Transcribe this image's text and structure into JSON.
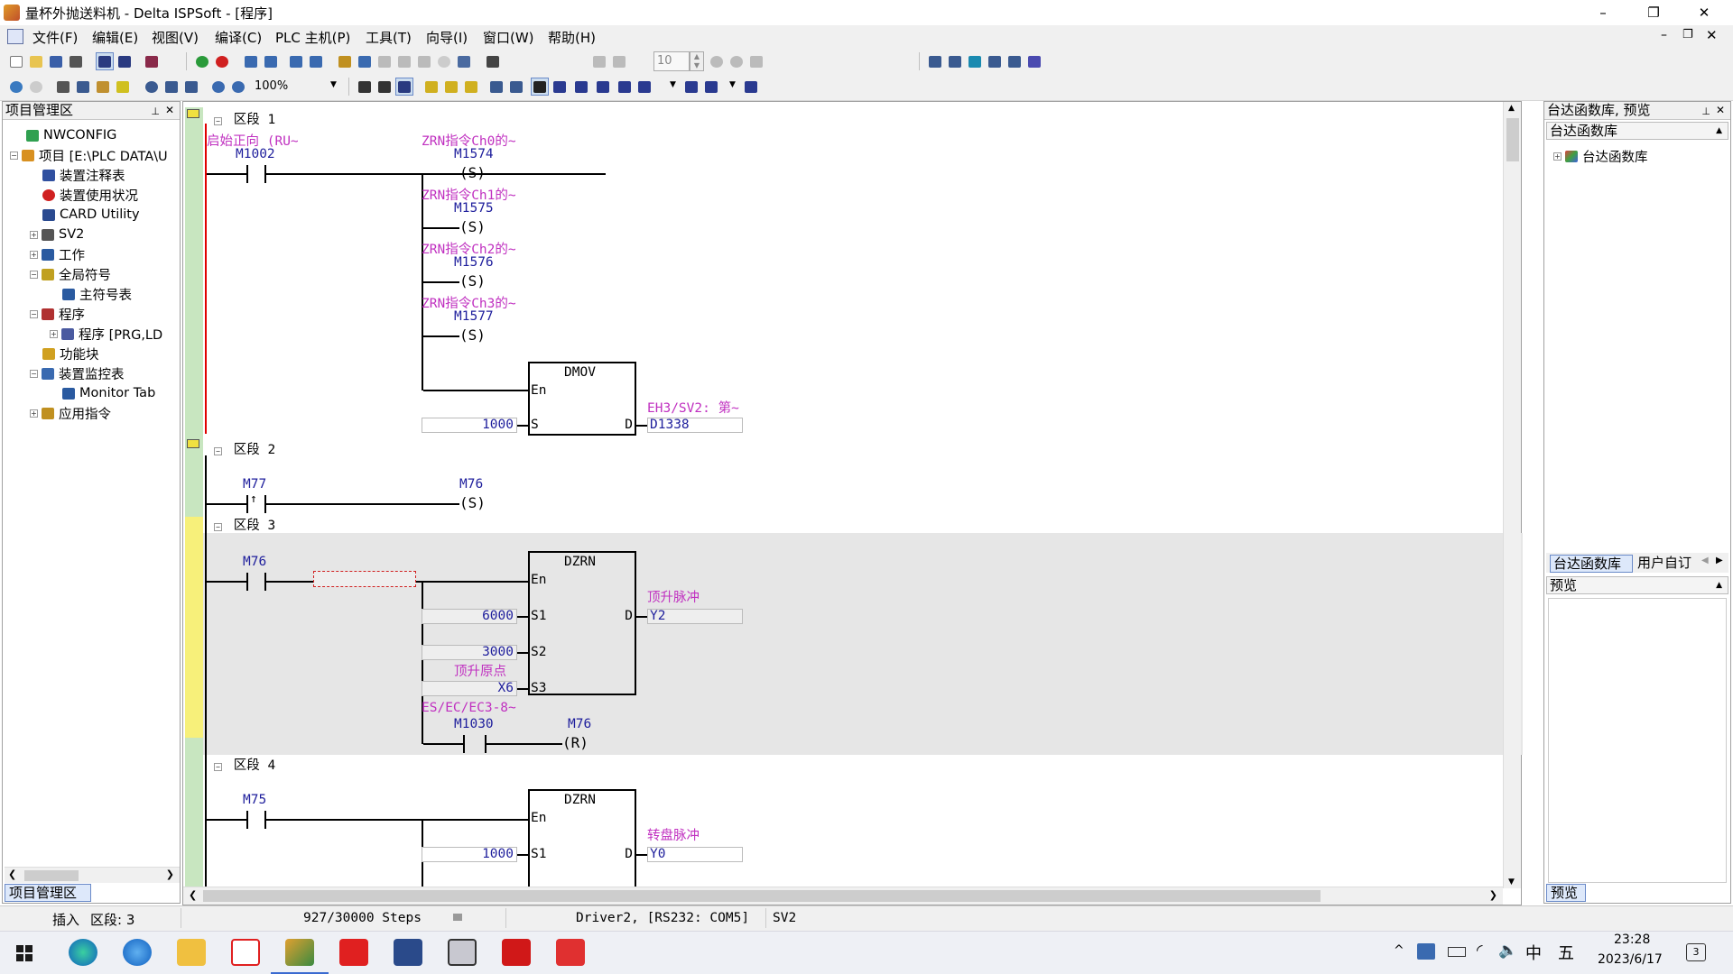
{
  "window": {
    "title": "量杯外抛送料机 - Delta ISPSoft - [程序]",
    "minimize": "–",
    "restore": "❐",
    "close": "✕"
  },
  "menu": [
    "文件(F)",
    "编辑(E)",
    "视图(V)",
    "编译(C)",
    "PLC 主机(P)",
    "工具(T)",
    "向导(I)",
    "窗口(W)",
    "帮助(H)"
  ],
  "toolbar": {
    "step_value": "10",
    "zoom": "100%"
  },
  "project_pane": {
    "title": "项目管理区",
    "bottom_tab": "项目管理区",
    "tree": [
      {
        "label": "NWCONFIG"
      },
      {
        "label": "项目 [E:\\PLC DATA\\U"
      },
      {
        "label": "装置注释表"
      },
      {
        "label": "装置使用状况"
      },
      {
        "label": "CARD Utility"
      },
      {
        "label": "SV2"
      },
      {
        "label": "工作"
      },
      {
        "label": "全局符号"
      },
      {
        "label": "主符号表"
      },
      {
        "label": "程序"
      },
      {
        "label": "程序 [PRG,LD"
      },
      {
        "label": "功能块"
      },
      {
        "label": "装置监控表"
      },
      {
        "label": "Monitor Tab"
      },
      {
        "label": "应用指令"
      }
    ]
  },
  "ladder": {
    "segments": [
      "区段 1",
      "区段 2",
      "区段 3",
      "区段 4"
    ],
    "seg1": {
      "comment_start": "启始正向 (RU~",
      "contact": "M1002",
      "coils": [
        {
          "comment": "ZRN指令Ch0的~",
          "device": "M1574",
          "type": "(S)"
        },
        {
          "comment": "ZRN指令Ch1的~",
          "device": "M1575",
          "type": "(S)"
        },
        {
          "comment": "ZRN指令Ch2的~",
          "device": "M1576",
          "type": "(S)"
        },
        {
          "comment": "ZRN指令Ch3的~",
          "device": "M1577",
          "type": "(S)"
        }
      ],
      "block": {
        "name": "DMOV",
        "en": "En",
        "s_label": "S",
        "d_label": "D",
        "s_value": "1000",
        "d_comment": "EH3/SV2: 第~",
        "d_value": "D1338"
      }
    },
    "seg2": {
      "contact": "M77",
      "coil": "M76",
      "coil_type": "(S)"
    },
    "seg3": {
      "contact": "M76",
      "block": {
        "name": "DZRN",
        "en": "En",
        "s1": "S1",
        "s2": "S2",
        "s3": "S3",
        "d": "D",
        "s1_value": "6000",
        "s2_value": "3000",
        "s3_comment": "顶升原点",
        "s3_value": "X6",
        "d_comment": "顶升脉冲",
        "d_value": "Y2"
      },
      "reset_comment": "ES/EC/EC3-8~",
      "reset_contact": "M1030",
      "reset_coil": "M76",
      "reset_type": "(R)"
    },
    "seg4": {
      "contact": "M75",
      "block": {
        "name": "DZRN",
        "en": "En",
        "s1": "S1",
        "d": "D",
        "s1_value": "1000",
        "d_comment": "转盘脉冲",
        "d_value": "Y0"
      }
    }
  },
  "library_pane": {
    "title": "台达函数库, 预览",
    "section": "台达函数库",
    "tree_item": "台达函数库",
    "tabs": [
      "台达函数库",
      "用户自订"
    ],
    "preview_header": "预览",
    "preview_tab": "预览"
  },
  "status": {
    "mode": "插入",
    "segment": "区段: 3",
    "steps": "927/30000 Steps",
    "comm": "Driver2, [RS232: COM5]",
    "model": "SV2"
  },
  "taskbar": {
    "ime_lang": "中",
    "ime_mode": "五",
    "time": "23:28",
    "date": "2023/6/17",
    "notifications": "3"
  },
  "colors": {
    "accent_blue": "#1e1e9c",
    "comment_magenta": "#c030c0",
    "rail_red": "#e00000",
    "gutter_green": "#c8e6c0",
    "gutter_yellow": "#f7f07a",
    "selected_segment": "#e6e6e6"
  }
}
